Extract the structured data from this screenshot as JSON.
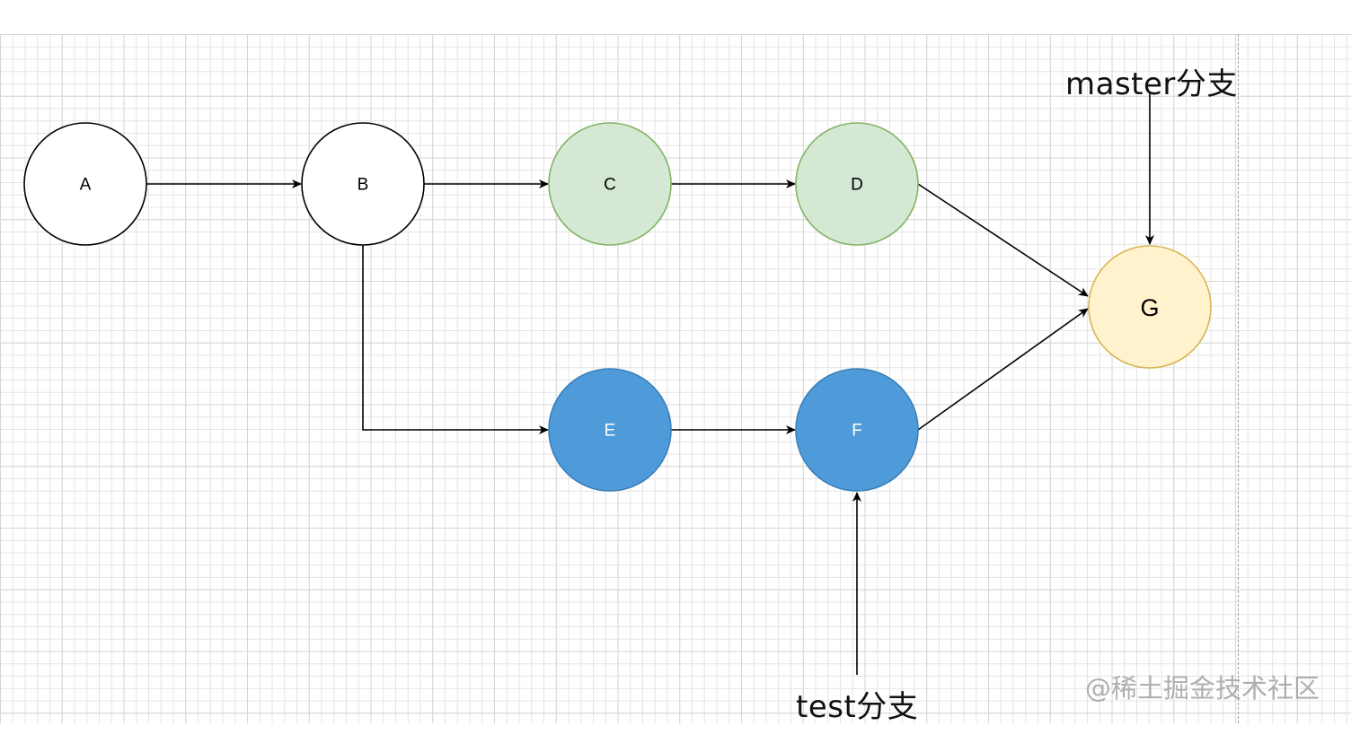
{
  "diagram": {
    "nodes": [
      {
        "id": "A",
        "label": "A",
        "fill": "#ffffff",
        "stroke": "#000000",
        "text_color": "#000000"
      },
      {
        "id": "B",
        "label": "B",
        "fill": "#ffffff",
        "stroke": "#000000",
        "text_color": "#000000"
      },
      {
        "id": "C",
        "label": "C",
        "fill": "#d5e8d4",
        "stroke": "#82b366",
        "text_color": "#000000"
      },
      {
        "id": "D",
        "label": "D",
        "fill": "#d5e8d4",
        "stroke": "#82b366",
        "text_color": "#000000"
      },
      {
        "id": "E",
        "label": "E",
        "fill": "#4f9bd9",
        "stroke": "#3a7fb8",
        "text_color": "#ffffff"
      },
      {
        "id": "F",
        "label": "F",
        "fill": "#4f9bd9",
        "stroke": "#3a7fb8",
        "text_color": "#ffffff"
      },
      {
        "id": "G",
        "label": "G",
        "fill": "#fff2cc",
        "stroke": "#d6b656",
        "text_color": "#000000"
      }
    ],
    "edges": [
      {
        "from": "A",
        "to": "B"
      },
      {
        "from": "B",
        "to": "C"
      },
      {
        "from": "C",
        "to": "D"
      },
      {
        "from": "D",
        "to": "G"
      },
      {
        "from": "B",
        "to": "E"
      },
      {
        "from": "E",
        "to": "F"
      },
      {
        "from": "F",
        "to": "G"
      }
    ],
    "branch_labels": [
      {
        "text": "master分支",
        "points_to": "G"
      },
      {
        "text": "test分支",
        "points_to": "F"
      }
    ]
  },
  "watermark": "@稀土掘金技术社区"
}
